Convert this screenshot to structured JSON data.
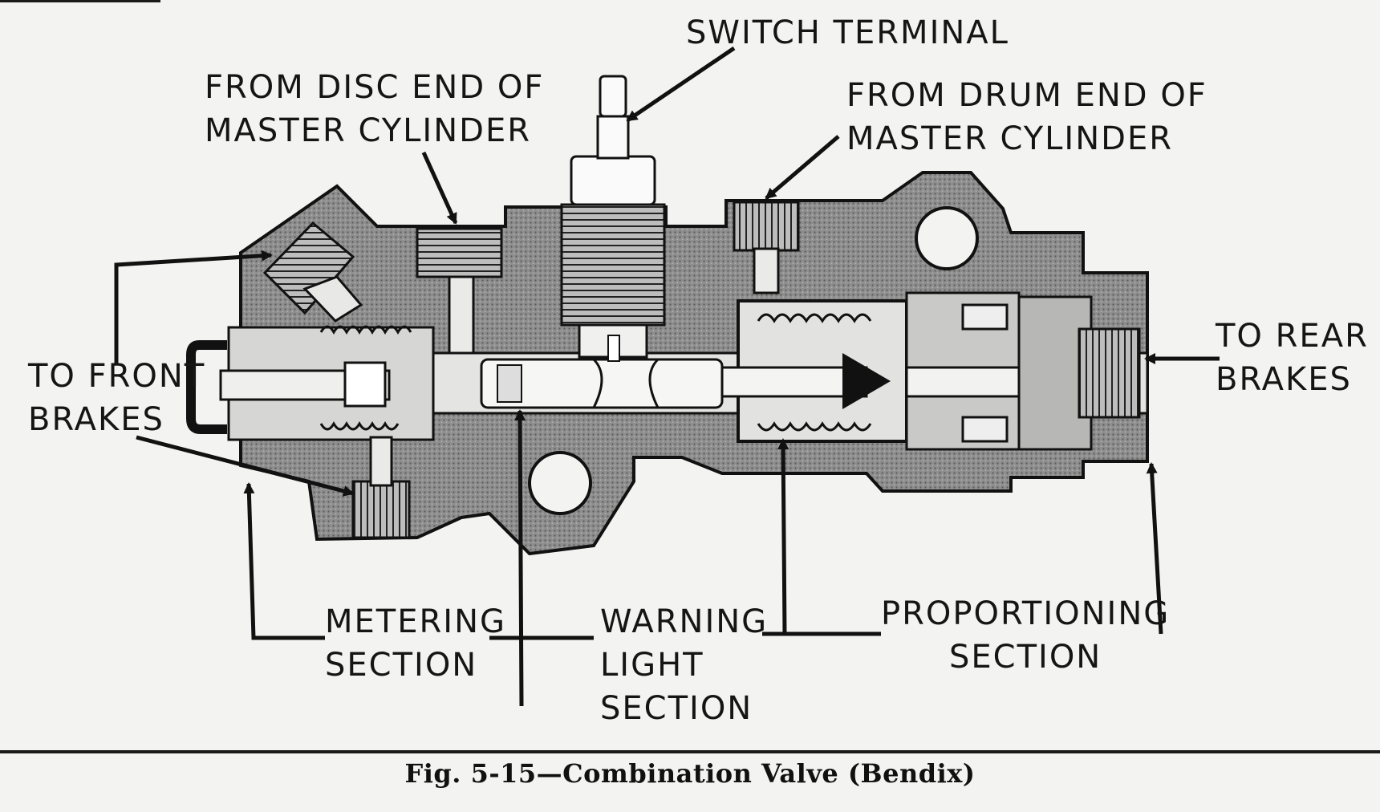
{
  "labels": {
    "switch_terminal": "SWITCH TERMINAL",
    "from_disc": [
      "FROM DISC END OF",
      "MASTER CYLINDER"
    ],
    "from_drum": [
      "FROM DRUM END OF",
      "MASTER CYLINDER"
    ],
    "to_front": [
      "TO FRONT",
      "BRAKES"
    ],
    "to_rear": [
      "TO REAR",
      "BRAKES"
    ],
    "metering": [
      "METERING",
      "SECTION"
    ],
    "warning": [
      "WARNING",
      "LIGHT",
      "SECTION"
    ],
    "proportioning": [
      "PROPORTIONING",
      "SECTION"
    ]
  },
  "caption": "Fig. 5-15—Combination Valve (Bendix)"
}
